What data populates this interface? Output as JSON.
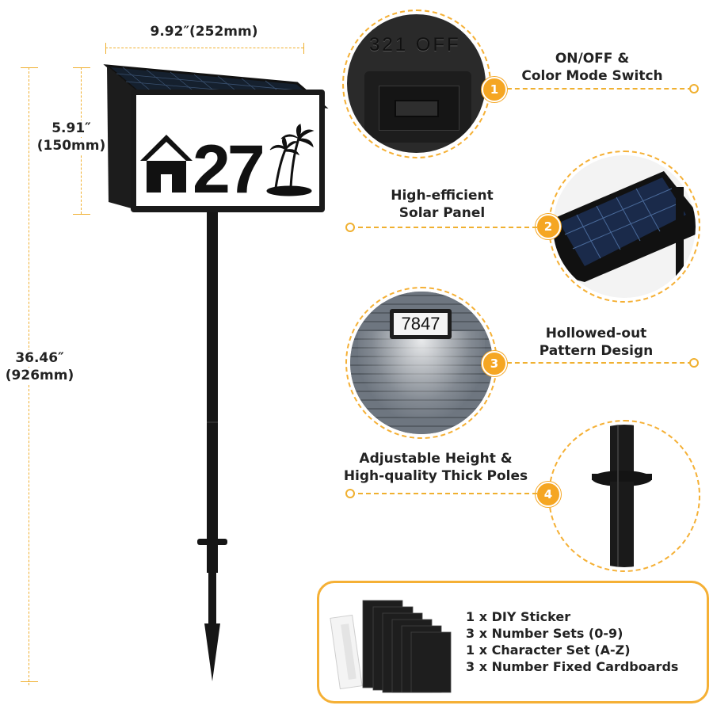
{
  "dimensions": {
    "width": "9.92″(252mm)",
    "height_in": "5.91″",
    "height_mm": "(150mm)",
    "total_in": "36.46″",
    "total_mm": "(926mm)"
  },
  "sign": {
    "number": "27"
  },
  "features": [
    {
      "badge": "1",
      "line1": "ON/OFF &",
      "line2": "Color Mode Switch",
      "switch_text": "321 OFF"
    },
    {
      "badge": "2",
      "line1": "High-efficient",
      "line2": "Solar Panel"
    },
    {
      "badge": "3",
      "line1": "Hollowed-out",
      "line2": "Pattern Design",
      "plate_number": "7847"
    },
    {
      "badge": "4",
      "line1": "Adjustable Height &",
      "line2": "High-quality Thick Poles"
    }
  ],
  "package": {
    "items": [
      "1 x DIY Sticker",
      "3 x Number Sets (0-9)",
      "1 x Character Set (A-Z)",
      "3 x Number Fixed Cardboards"
    ]
  },
  "colors": {
    "accent": "#f5a623",
    "dashed": "#f0b030",
    "product": "#1a1a1a"
  }
}
